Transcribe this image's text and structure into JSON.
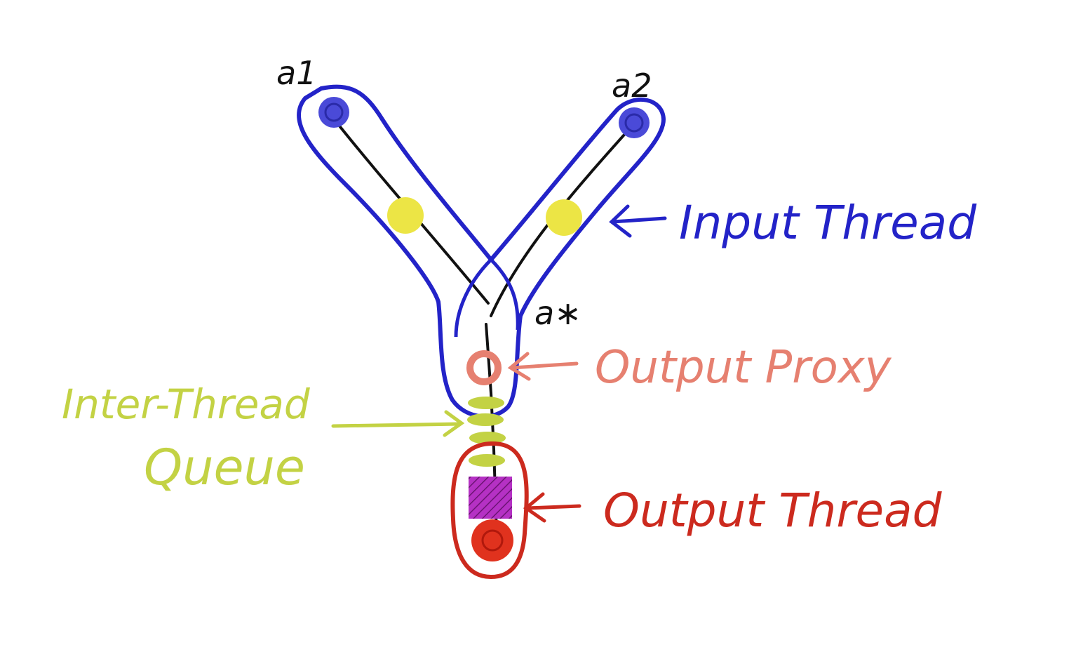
{
  "nodes": {
    "a1": "a1",
    "a2": "a2",
    "astar": "a∗"
  },
  "labels": {
    "input_thread": "Input Thread",
    "output_proxy": "Output Proxy",
    "inter_thread_line1": "Inter-Thread",
    "inter_thread_line2": "Queue",
    "output_thread": "Output Thread"
  },
  "colors": {
    "input_thread": "#2323c8",
    "input_node": "#4a4ad8",
    "midpoint": "#ece545",
    "output_proxy": "#e68070",
    "queue": "#c3d244",
    "output_thread": "#cc2a1e",
    "output_node": "#e0321e",
    "buffer": "#b531c4",
    "edge": "#111111"
  },
  "icons": {
    "node": "circle",
    "buffer": "hatched-square",
    "pointer": "arrow-left"
  }
}
